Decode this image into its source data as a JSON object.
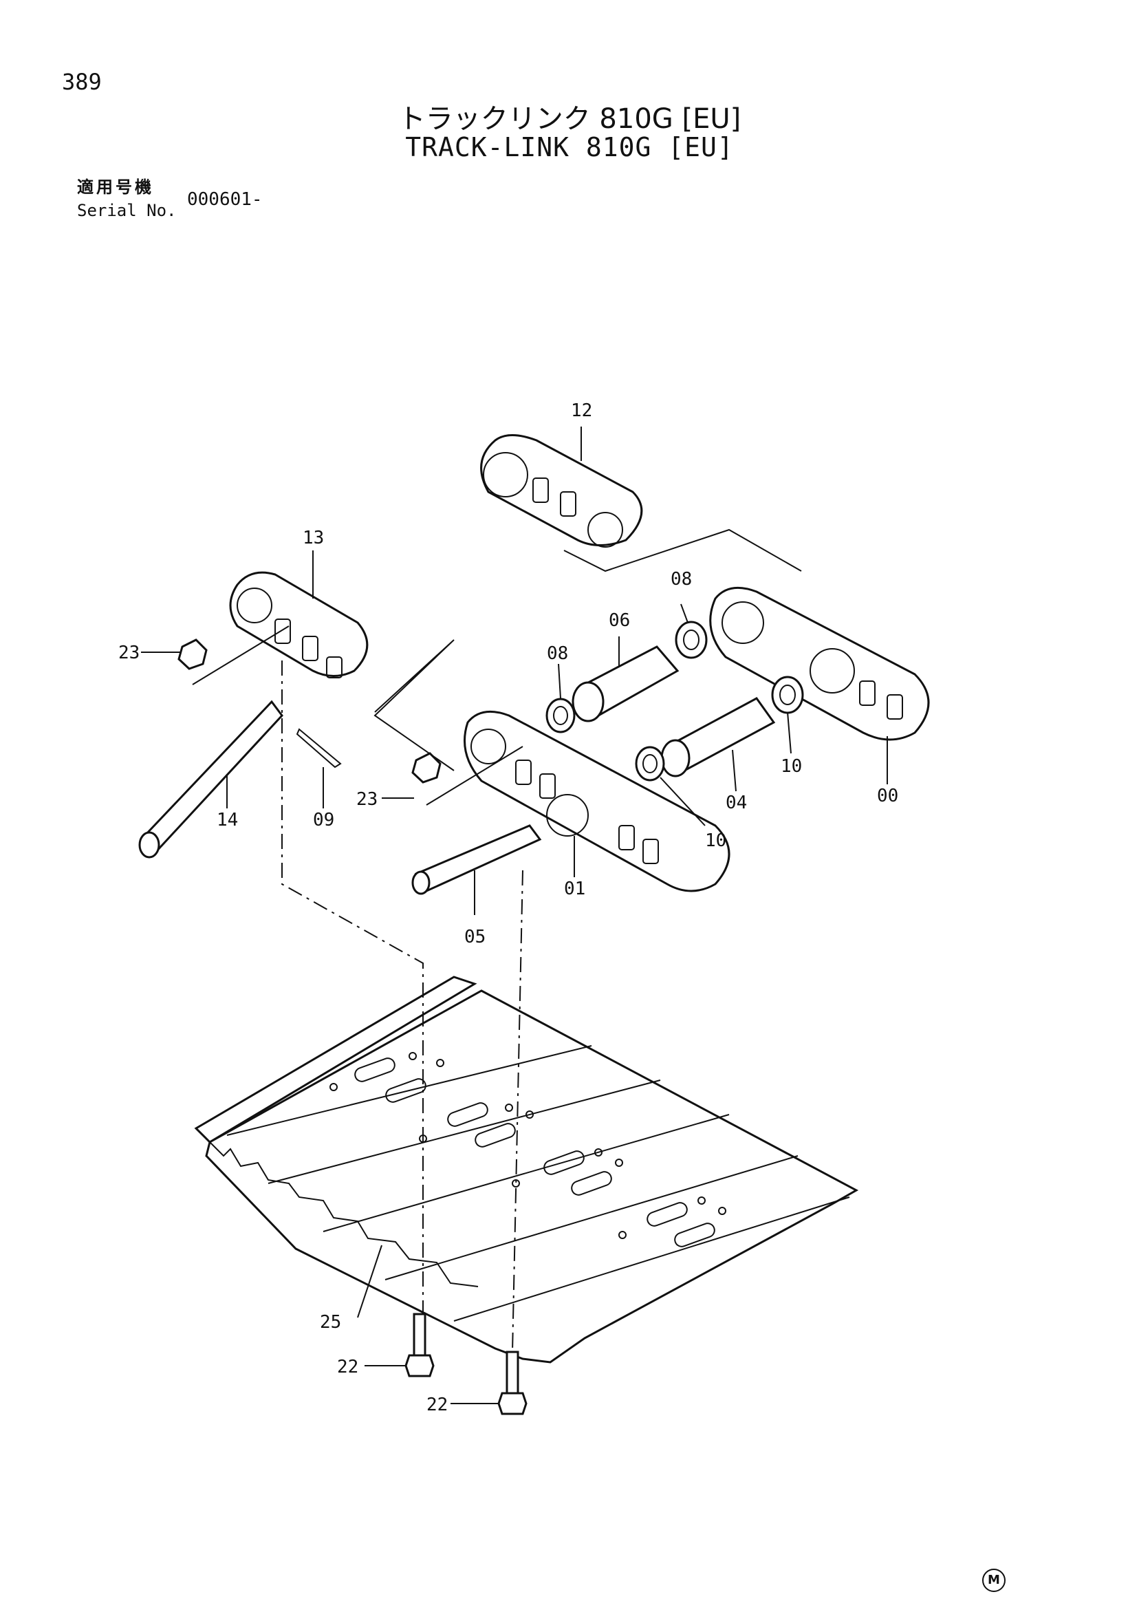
{
  "header": {
    "page_number": "389",
    "title_jp": "トラックリンク 810G [EU]",
    "title_en": "TRACK-LINK 810G [EU]",
    "serial_label_jp": "適用号機",
    "serial_label_en": "Serial No.",
    "serial_value": "000601-"
  },
  "callouts": [
    "12",
    "13",
    "23",
    "08",
    "06",
    "08",
    "14",
    "09",
    "23",
    "10",
    "04",
    "10",
    "00",
    "01",
    "05",
    "25",
    "22",
    "22"
  ],
  "footer": {
    "mark": "M"
  }
}
